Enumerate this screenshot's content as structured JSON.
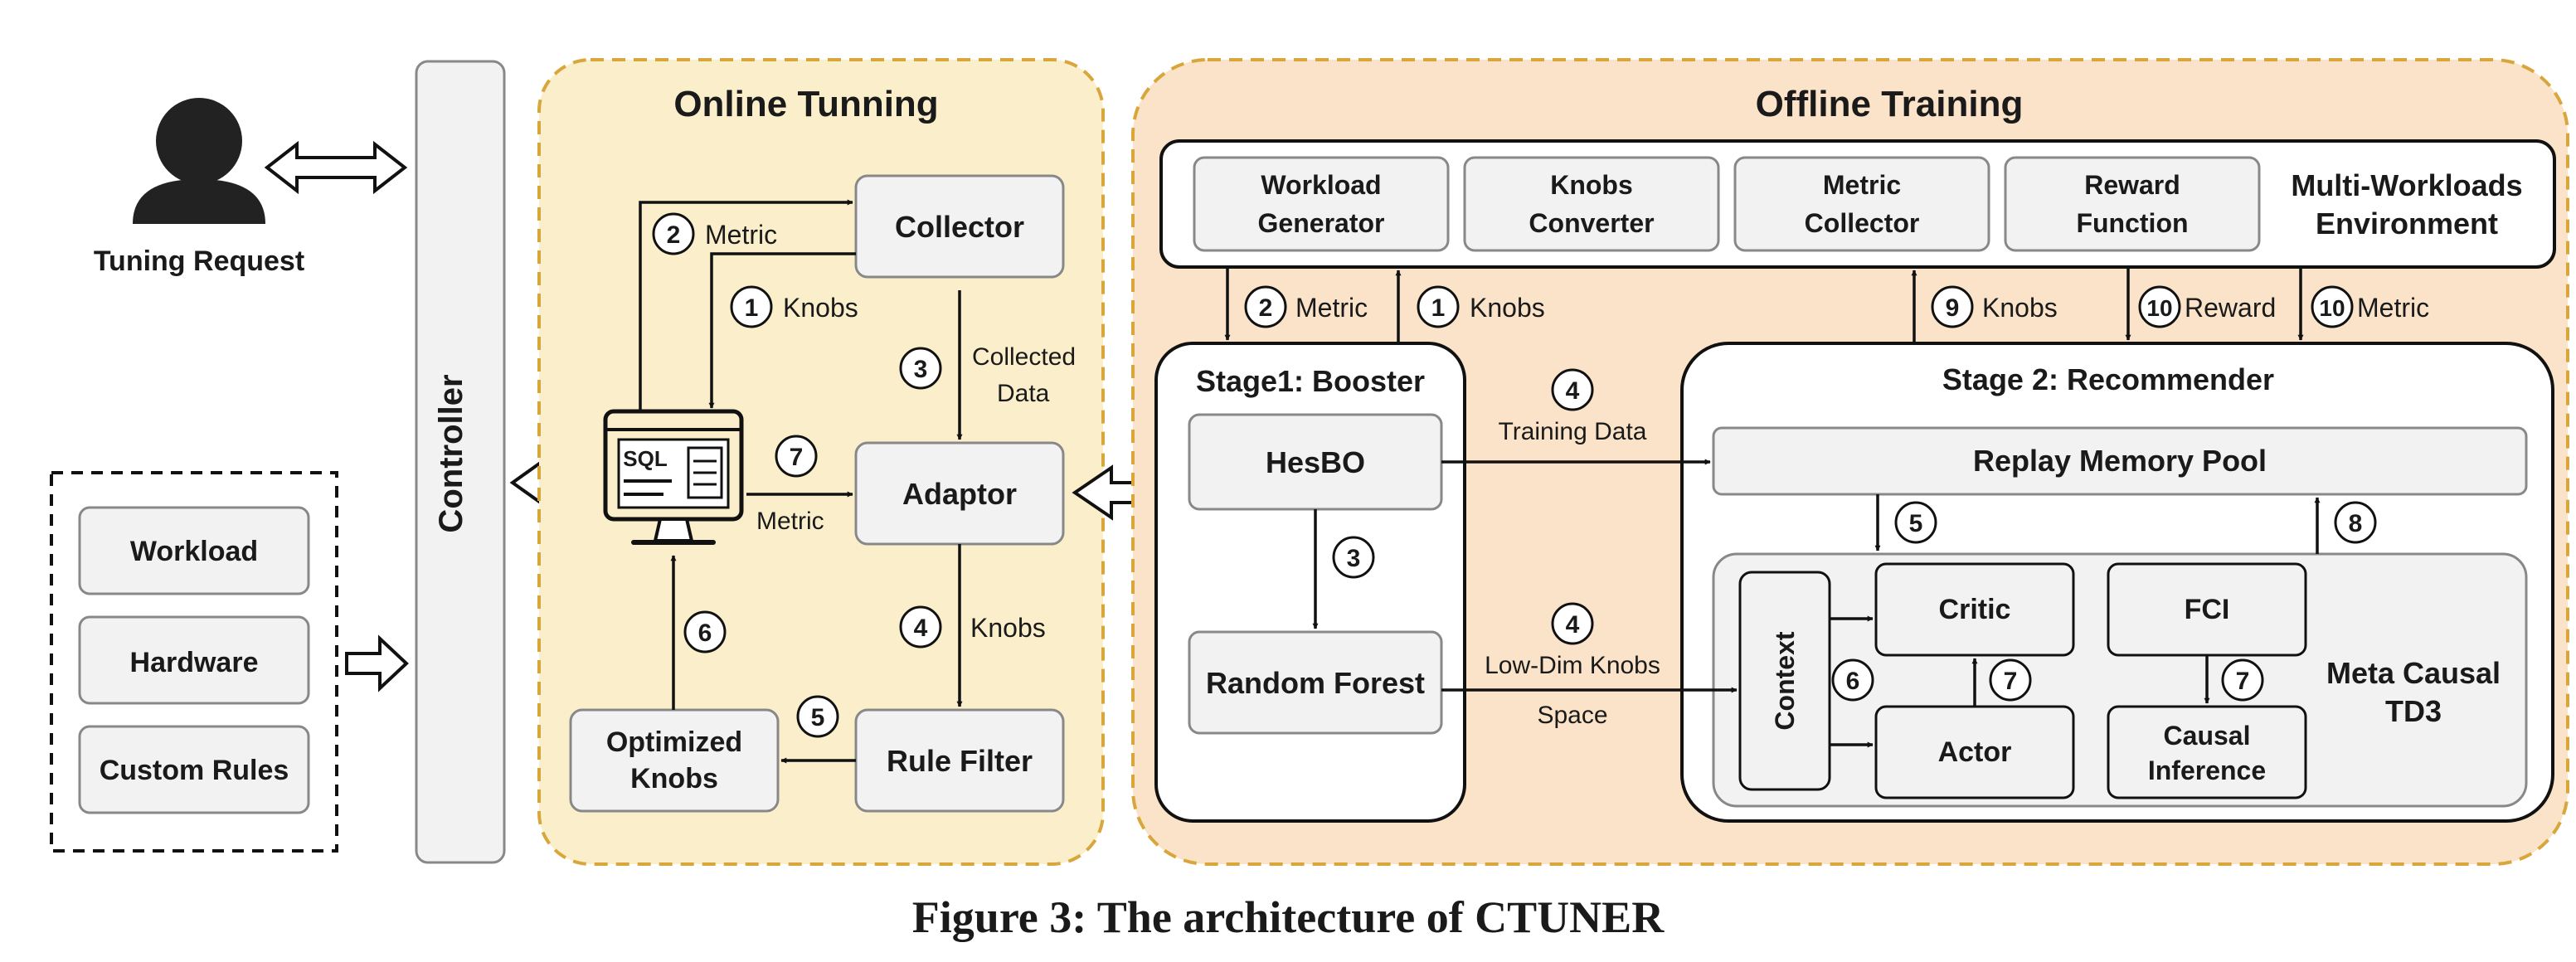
{
  "left": {
    "tuning_request": "Tuning Request",
    "controller": "Controller",
    "inputs": [
      "Workload",
      "Hardware",
      "Custom Rules"
    ]
  },
  "online": {
    "title": "Online Tunning",
    "collector": "Collector",
    "adaptor": "Adaptor",
    "rule_filter": "Rule Filter",
    "optimized_knobs": [
      "Optimized",
      "Knobs"
    ],
    "sql_icon_text": "SQL",
    "labels": {
      "metric_2": "Metric",
      "knobs_1": "Knobs",
      "collected_data": [
        "Collected",
        "Data"
      ],
      "metric_7": "Metric",
      "knobs_4": "Knobs"
    },
    "steps": {
      "s2": "2",
      "s1": "1",
      "s3": "3",
      "s7": "7",
      "s4": "4",
      "s5": "5",
      "s6": "6"
    }
  },
  "offline": {
    "title": "Offline Training",
    "env_boxes": [
      [
        "Workload",
        "Generator"
      ],
      [
        "Knobs",
        "Converter"
      ],
      [
        "Metric",
        "Collector"
      ],
      [
        "Reward",
        "Function"
      ]
    ],
    "env_label": [
      "Multi-Workloads",
      "Environment"
    ],
    "stage1": {
      "title": "Stage1: Booster",
      "hesbo": "HesBO",
      "rf": "Random Forest"
    },
    "stage2": {
      "title": "Stage 2: Recommender",
      "replay": "Replay Memory Pool",
      "context": "Context",
      "critic": "Critic",
      "actor": "Actor",
      "fci": "FCI",
      "causal": [
        "Causal",
        "Inference"
      ],
      "meta": [
        "Meta Causal",
        "TD3"
      ]
    },
    "labels": {
      "metric_2": "Metric",
      "knobs_1": "Knobs",
      "knobs_9": "Knobs",
      "reward_10": "Reward",
      "metric_10": "Metric",
      "training_data": "Training Data",
      "low_dim": [
        "Low-Dim Knobs",
        "Space"
      ]
    },
    "steps": {
      "s2": "2",
      "s1": "1",
      "s9": "9",
      "s10a": "10",
      "s10b": "10",
      "s4a": "4",
      "s4b": "4",
      "s3": "3",
      "s5": "5",
      "s8": "8",
      "s6": "6",
      "s7a": "7",
      "s7b": "7"
    }
  },
  "caption": "Figure 3: The architecture of CTUNER",
  "colors": {
    "online_bg": "#fbefcb",
    "offline_bg": "#fae3c8",
    "group_border": "#d9a63b",
    "box_fill": "#f2f2f2",
    "box_stroke": "#888888"
  }
}
